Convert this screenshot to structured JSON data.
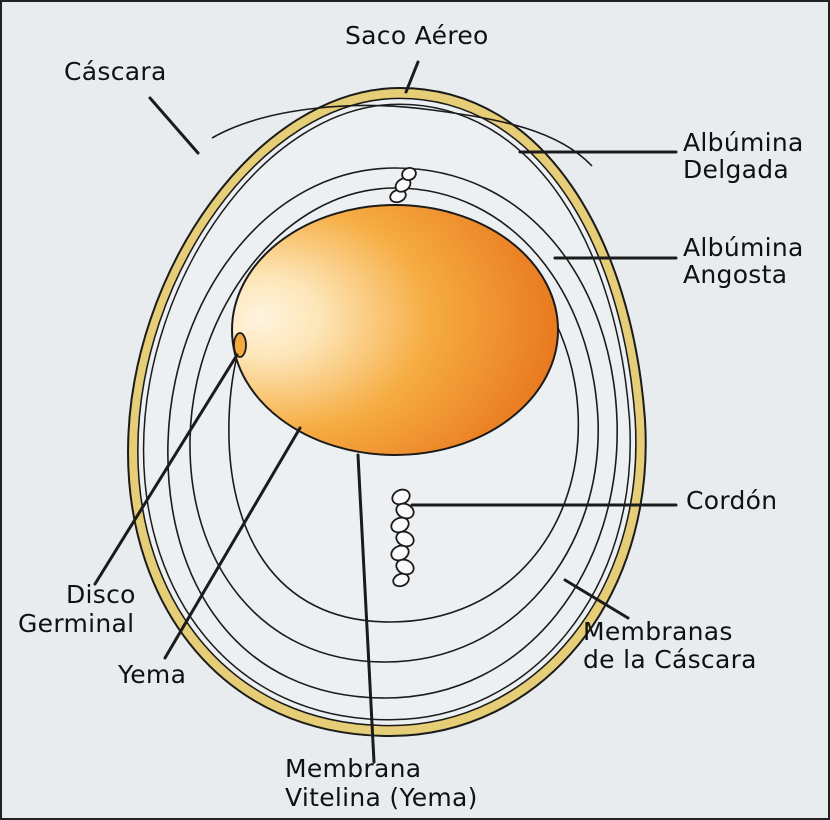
{
  "diagram": {
    "labels": {
      "saco_aereo": "Saco Aéreo",
      "cascara": "Cáscara",
      "albumina_delgada": [
        "Albúmina",
        "Delgada"
      ],
      "albumina_angosta": [
        "Albúmina",
        "Angosta"
      ],
      "cordon": "Cordón",
      "disco_germinal": [
        "Disco",
        "Germinal"
      ],
      "membranas_cascara": [
        "Membranas",
        "de la Cáscara"
      ],
      "yema": "Yema",
      "membrana_vitelina": [
        "Membrana",
        "Vitelina (Yema)"
      ]
    },
    "colors": {
      "background": "#e8ecef",
      "shell": "#e6cd78",
      "outline": "#1b1b1b",
      "yolk_light": "#fff4e0",
      "yolk_mid": "#f6ad43",
      "yolk_dark": "#e56a14"
    }
  }
}
